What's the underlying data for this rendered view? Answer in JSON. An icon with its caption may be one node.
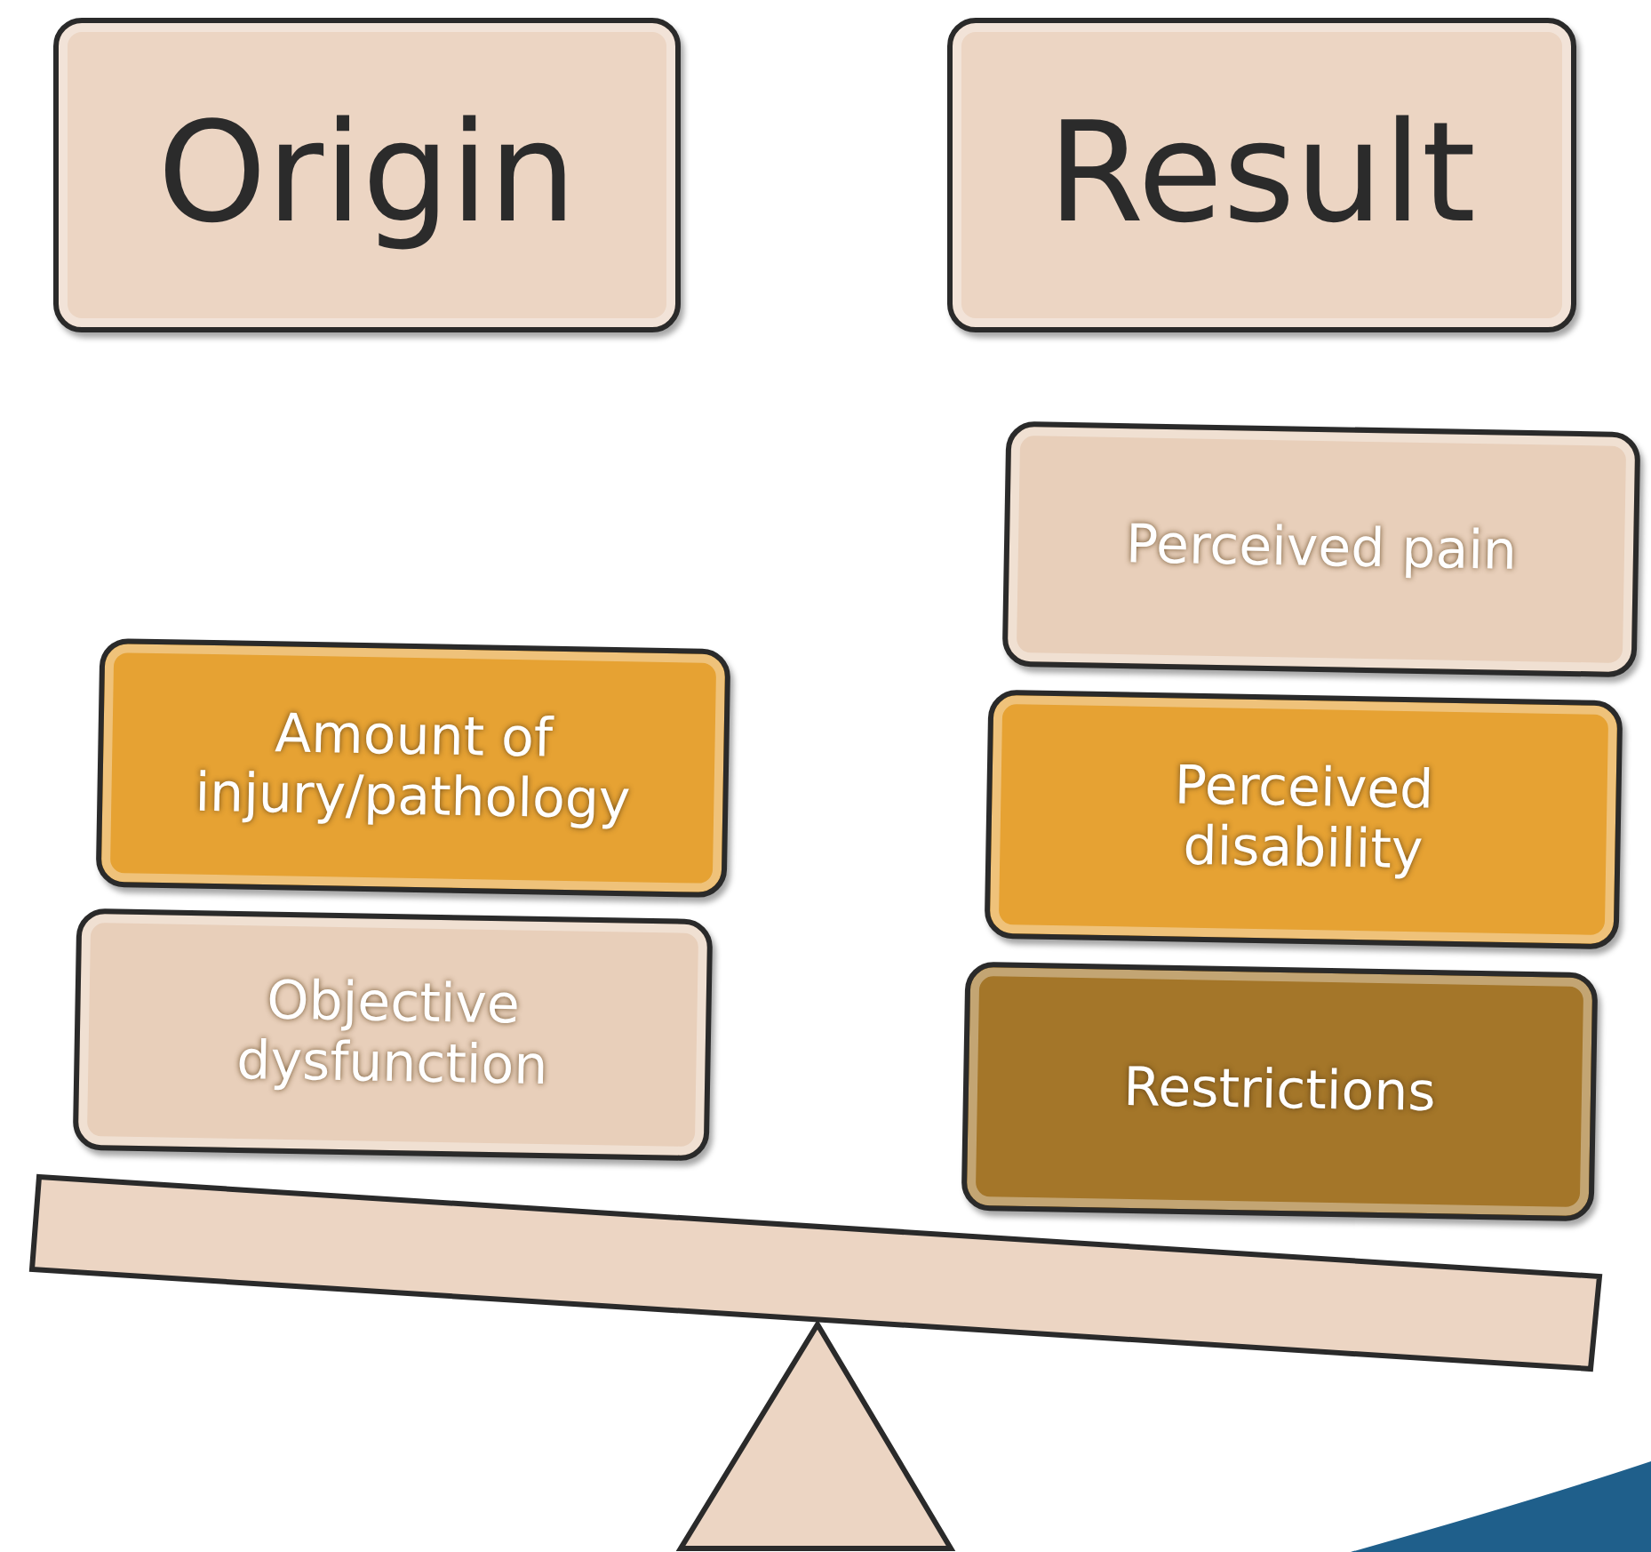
{
  "diagram": {
    "nodes": [
      {
        "text": [
          "Origin"
        ]
      },
      {
        "text": [
          "Result"
        ]
      },
      {
        "text": [
          "Amount of injury/pathology"
        ]
      },
      {
        "text": [
          "Objective dysfunction"
        ]
      },
      {
        "text": [
          "Perceived pain"
        ]
      },
      {
        "text": [
          "Perceived disability"
        ]
      },
      {
        "text": [
          "Restrictions"
        ]
      }
    ]
  }
}
